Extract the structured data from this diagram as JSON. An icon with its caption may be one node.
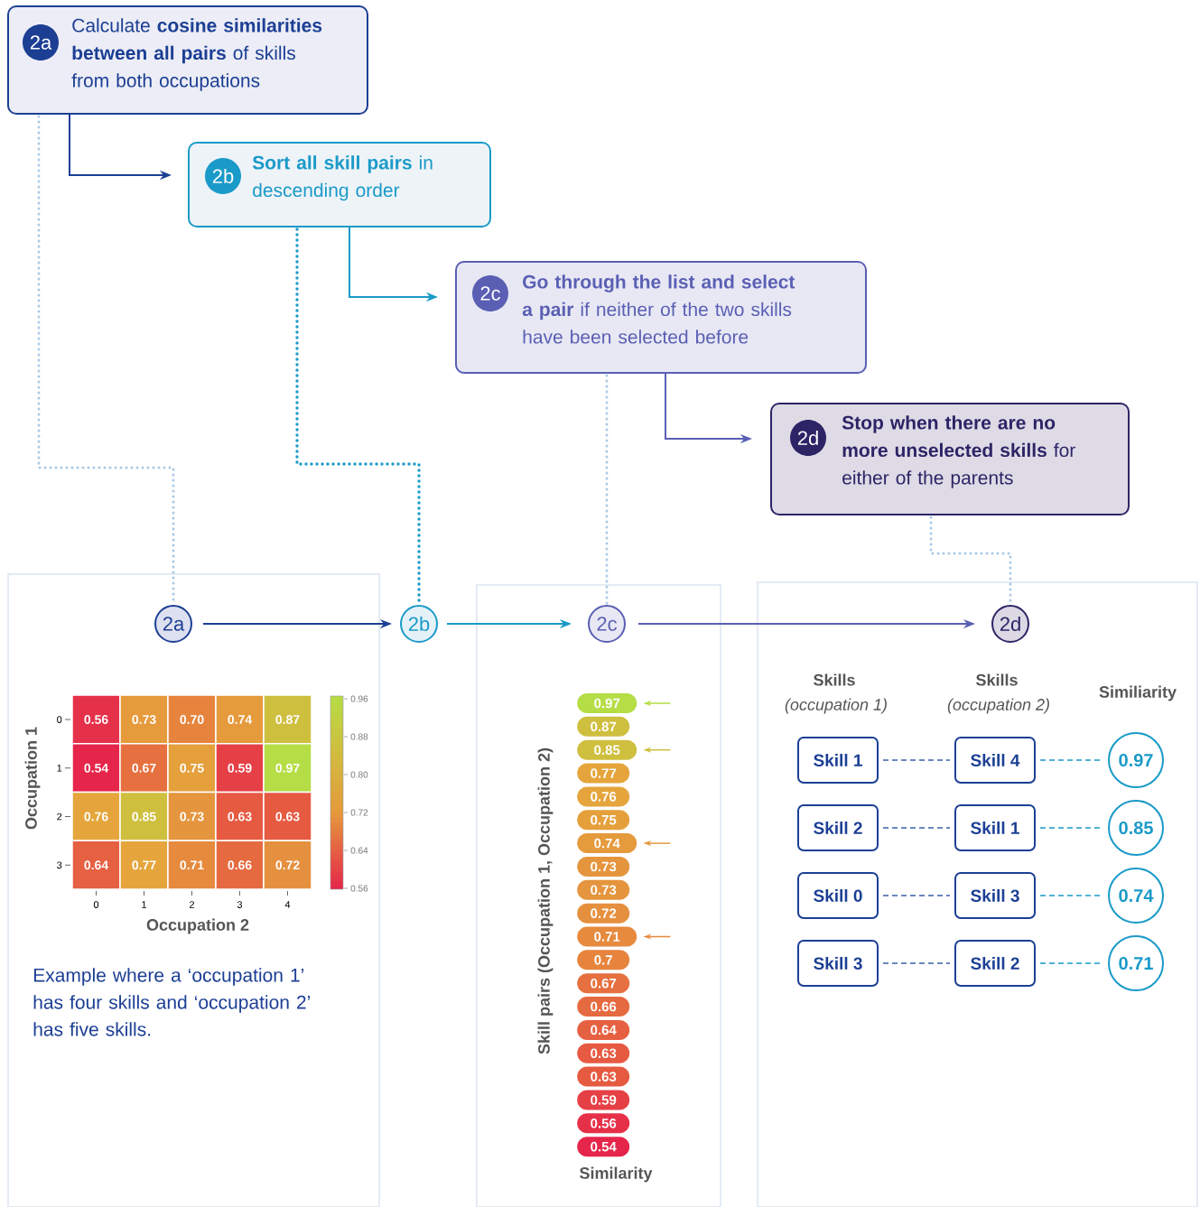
{
  "diagram": {
    "nodes": [
      {
        "text": [
          "2a",
          "Calculate **cosine similarities between all pairs** of skills from both occupations"
        ]
      },
      {
        "text": [
          "2b",
          "**Sort all skill pairs** in descending order"
        ]
      },
      {
        "text": [
          "2c",
          "**Go through the list and select a pair** if neither of the two skills have been selected before"
        ]
      },
      {
        "text": [
          "2d",
          "**Stop when there are no more unselected skills** for either of the parents"
        ]
      },
      {
        "text": [
          "2a"
        ]
      },
      {
        "text": [
          "2b"
        ]
      },
      {
        "text": [
          "2c"
        ]
      },
      {
        "text": [
          "2d"
        ]
      },
      {
        "text": [
          "0.97"
        ]
      },
      {
        "text": [
          "0.87"
        ]
      },
      {
        "text": [
          "0.85"
        ]
      },
      {
        "text": [
          "0.77"
        ]
      },
      {
        "text": [
          "0.76"
        ]
      },
      {
        "text": [
          "0.75"
        ]
      },
      {
        "text": [
          "0.74"
        ]
      },
      {
        "text": [
          "0.73"
        ]
      },
      {
        "text": [
          "0.73"
        ]
      },
      {
        "text": [
          "0.72"
        ]
      },
      {
        "text": [
          "0.71"
        ]
      },
      {
        "text": [
          "0.7"
        ]
      },
      {
        "text": [
          "0.67"
        ]
      },
      {
        "text": [
          "0.66"
        ]
      },
      {
        "text": [
          "0.64"
        ]
      },
      {
        "text": [
          "0.63"
        ]
      },
      {
        "text": [
          "0.63"
        ]
      },
      {
        "text": [
          "0.59"
        ]
      },
      {
        "text": [
          "0.56"
        ]
      },
      {
        "text": [
          "0.54"
        ]
      },
      {
        "text": [
          "Skill 1"
        ]
      },
      {
        "text": [
          "Skill 4"
        ]
      },
      {
        "text": [
          "0.97"
        ]
      },
      {
        "text": [
          "Skill 2"
        ]
      },
      {
        "text": [
          "Skill 1"
        ]
      },
      {
        "text": [
          "0.85"
        ]
      },
      {
        "text": [
          "Skill 0"
        ]
      },
      {
        "text": [
          "Skill 3"
        ]
      },
      {
        "text": [
          "0.74"
        ]
      },
      {
        "text": [
          "Skill 3"
        ]
      },
      {
        "text": [
          "Skill 2"
        ]
      },
      {
        "text": [
          "0.71"
        ]
      }
    ],
    "edges": [
      {
        "from": 0,
        "to": 1,
        "arrow": "to",
        "color": "#1c3f94"
      },
      {
        "from": 1,
        "to": 2,
        "arrow": "to",
        "color": "#1a9ac8"
      },
      {
        "from": 2,
        "to": 3,
        "arrow": "to",
        "color": "#5a5fb4"
      },
      {
        "from": 0,
        "to": 4,
        "arrow": "none",
        "style": "dashed",
        "color": "#a8c8e4"
      },
      {
        "from": 1,
        "to": 5,
        "arrow": "none",
        "style": "dashed",
        "color": "#1a9ac8"
      },
      {
        "from": 2,
        "to": 6,
        "arrow": "none",
        "style": "dashed",
        "color": "#a8c8e4"
      },
      {
        "from": 3,
        "to": 7,
        "arrow": "none",
        "style": "dashed",
        "color": "#a8c8e4"
      },
      {
        "from": 4,
        "to": 5,
        "arrow": "to",
        "color": "#1c3f94"
      },
      {
        "from": 5,
        "to": 6,
        "arrow": "to",
        "color": "#1a9ac8"
      },
      {
        "from": 6,
        "to": 7,
        "arrow": "to",
        "color": "#5a5fb4"
      },
      {
        "from": null,
        "to": 8,
        "arrow": "to",
        "color": "#b5dd45"
      },
      {
        "from": null,
        "to": 10,
        "arrow": "to",
        "color": "#cfbf3f"
      },
      {
        "from": null,
        "to": 14,
        "arrow": "to",
        "color": "#e59a3c"
      },
      {
        "from": null,
        "to": 18,
        "arrow": "to",
        "color": "#e68a3e"
      },
      {
        "from": 28,
        "to": 29,
        "arrow": "none",
        "style": "dashed",
        "color": "#3a60a8"
      },
      {
        "from": 29,
        "to": 30,
        "arrow": "none",
        "style": "dashed",
        "color": "#1a9ac8"
      },
      {
        "from": 31,
        "to": 32,
        "arrow": "none",
        "style": "dashed",
        "color": "#3a60a8"
      },
      {
        "from": 32,
        "to": 33,
        "arrow": "none",
        "style": "dashed",
        "color": "#1a9ac8"
      },
      {
        "from": 34,
        "to": 35,
        "arrow": "none",
        "style": "dashed",
        "color": "#3a60a8"
      },
      {
        "from": 35,
        "to": 36,
        "arrow": "none",
        "style": "dashed",
        "color": "#1a9ac8"
      },
      {
        "from": 37,
        "to": 38,
        "arrow": "none",
        "style": "dashed",
        "color": "#3a60a8"
      },
      {
        "from": 38,
        "to": 39,
        "arrow": "none",
        "style": "dashed",
        "color": "#1a9ac8"
      }
    ],
    "labels": [
      "Occupation 1",
      "0",
      "1",
      "2",
      "3",
      "0.56",
      "0.73",
      "0.70",
      "0.74",
      "0.87",
      "0.54",
      "0.67",
      "0.75",
      "0.59",
      "0.97",
      "0.76",
      "0.85",
      "0.73",
      "0.63",
      "0.63",
      "0.64",
      "0.77",
      "0.71",
      "0.66",
      "0.72",
      "0",
      "1",
      "2",
      "3",
      "4",
      "Occupation 2",
      "0.96",
      "0.88",
      "0.80",
      "0.72",
      "0.64",
      "0.56",
      "Example where a ‘occupation 1’ has four skills and ‘occupation 2’ has five skills.",
      "Skill pairs (Occupation 1, Occupation 2)",
      "Similarity",
      "Skills",
      "(occupation 1)",
      "Skills",
      "(occupation 2)",
      "Similiarity"
    ]
  }
}
